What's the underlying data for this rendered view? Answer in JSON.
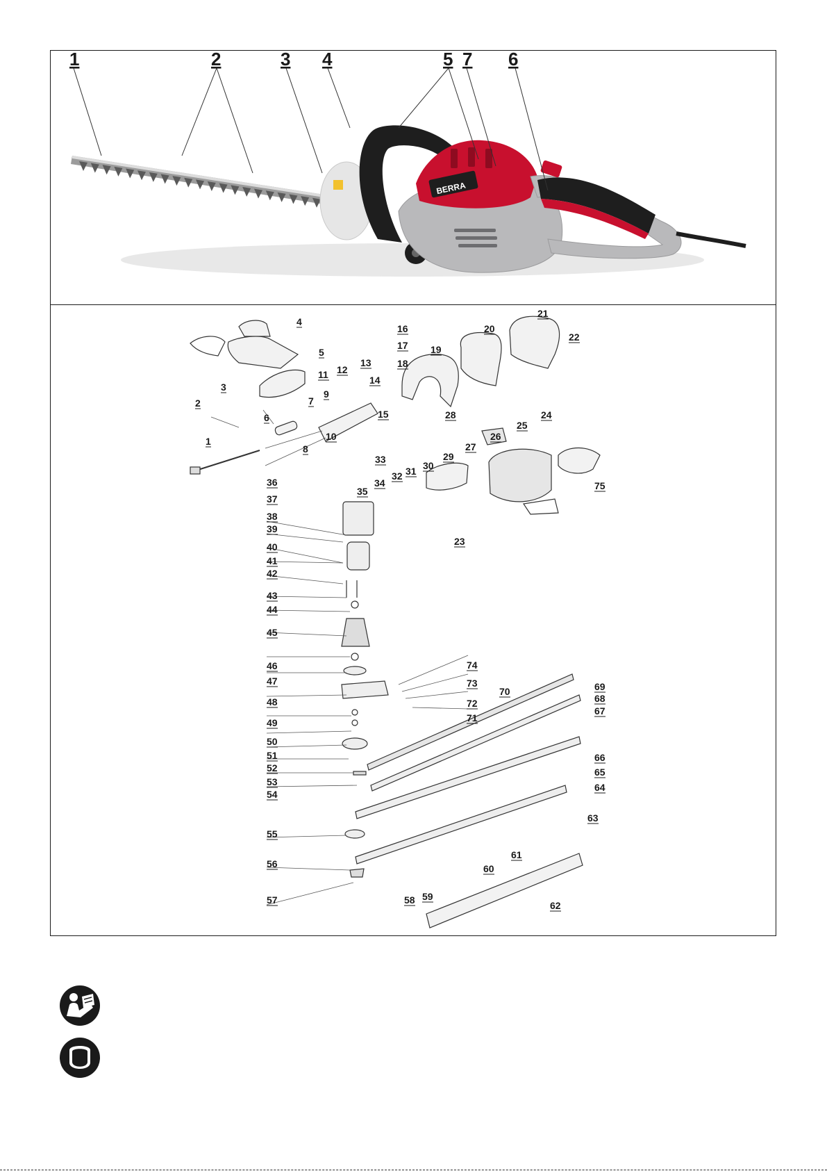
{
  "top_callouts": [
    "1",
    "2",
    "3",
    "4",
    "5",
    "7",
    "6"
  ],
  "part_numbers": [
    "1",
    "2",
    "3",
    "4",
    "5",
    "6",
    "7",
    "8",
    "9",
    "10",
    "11",
    "12",
    "13",
    "14",
    "15",
    "16",
    "17",
    "18",
    "19",
    "20",
    "21",
    "22",
    "23",
    "24",
    "25",
    "26",
    "27",
    "28",
    "29",
    "30",
    "31",
    "32",
    "33",
    "34",
    "35",
    "36",
    "37",
    "38",
    "39",
    "40",
    "41",
    "42",
    "43",
    "44",
    "45",
    "46",
    "47",
    "48",
    "49",
    "50",
    "51",
    "52",
    "53",
    "54",
    "55",
    "56",
    "57",
    "58",
    "59",
    "60",
    "61",
    "62",
    "63",
    "64",
    "65",
    "66",
    "67",
    "68",
    "69",
    "70",
    "71",
    "72",
    "73",
    "74",
    "75"
  ],
  "brand_logo_text": "BERRA",
  "icons": [
    "read-manual-icon",
    "face-protection-icon"
  ],
  "colors": {
    "accent_red": "#c8102e",
    "body_grey": "#b9b9bb",
    "handle_black": "#1e1e1e",
    "blade": "#8a8a8a"
  }
}
